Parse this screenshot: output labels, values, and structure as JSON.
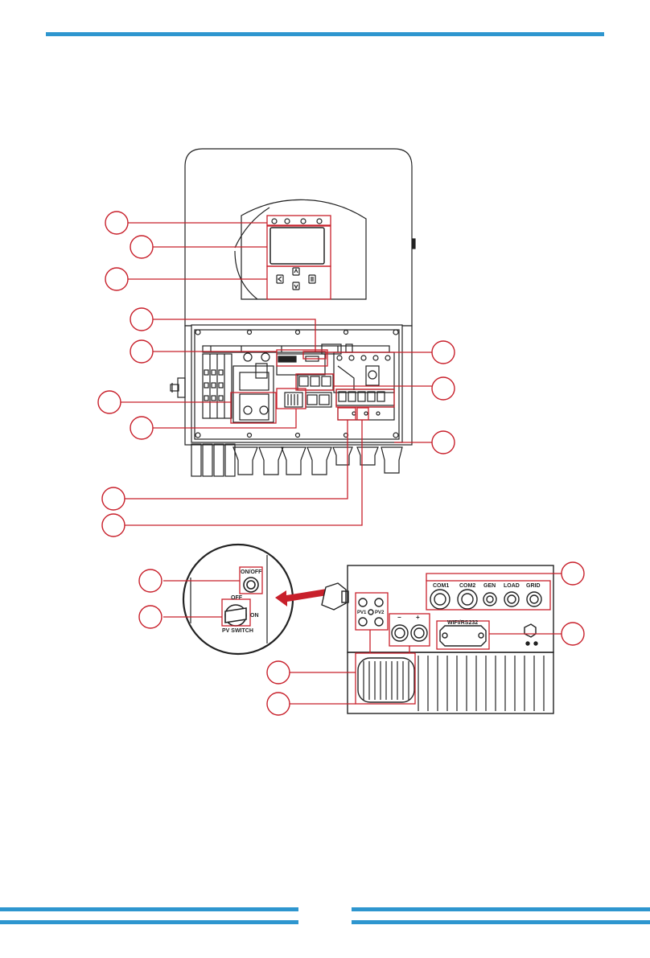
{
  "colors": {
    "accent_bar": "#2e96cf",
    "callout": "#c8202b",
    "line": "#222222"
  },
  "top_view_labels": {
    "onoff": "ON/OFF",
    "off": "OFF",
    "on": "ON",
    "pv_switch": "PV SWITCH",
    "pv1": "PV1",
    "pv2": "PV2",
    "minus": "−",
    "plus": "+",
    "com1": "COM1",
    "com2": "COM2",
    "gen": "GEN",
    "load": "LOAD",
    "grid": "GRID",
    "wifi": "WIFI/RS232"
  }
}
